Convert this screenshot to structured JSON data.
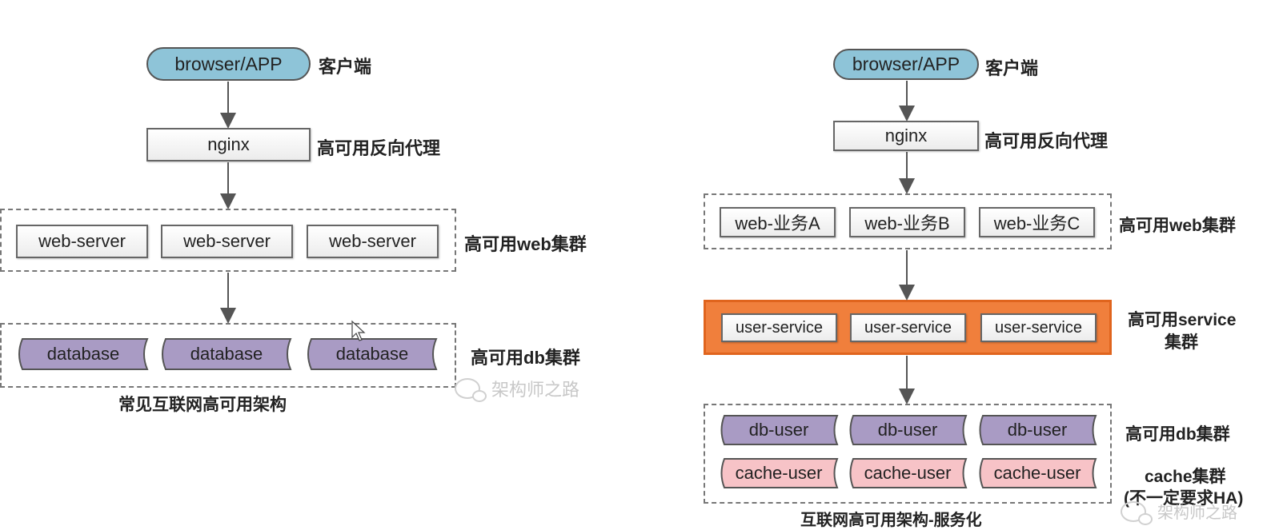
{
  "left": {
    "client": {
      "node": "browser/APP",
      "label": "客户端"
    },
    "proxy": {
      "node": "nginx",
      "label": "高可用反向代理"
    },
    "web_cluster": {
      "nodes": [
        "web-server",
        "web-server",
        "web-server"
      ],
      "label": "高可用web集群"
    },
    "db_cluster": {
      "nodes": [
        "database",
        "database",
        "database"
      ],
      "label": "高可用db集群"
    },
    "caption": "常见互联网高可用架构",
    "watermark": "架构师之路"
  },
  "right": {
    "client": {
      "node": "browser/APP",
      "label": "客户端"
    },
    "proxy": {
      "node": "nginx",
      "label": "高可用反向代理"
    },
    "web_cluster": {
      "nodes": [
        "web-业务A",
        "web-业务B",
        "web-业务C"
      ],
      "label": "高可用web集群"
    },
    "service_cluster": {
      "nodes": [
        "user-service",
        "user-service",
        "user-service"
      ],
      "label_line1": "高可用service",
      "label_line2": "集群"
    },
    "db_cluster": {
      "nodes": [
        "db-user",
        "db-user",
        "db-user"
      ],
      "label": "高可用db集群"
    },
    "cache_cluster": {
      "nodes": [
        "cache-user",
        "cache-user",
        "cache-user"
      ],
      "label_line1": "cache集群",
      "label_line2": "(不一定要求HA)"
    },
    "caption": "互联网高可用架构-服务化",
    "watermark": "架构师之路"
  },
  "colors": {
    "client_fill": "#8ec4d8",
    "db_fill": "#a99bc4",
    "cache_fill": "#f7c3c7",
    "service_container": "#f07f3c"
  }
}
